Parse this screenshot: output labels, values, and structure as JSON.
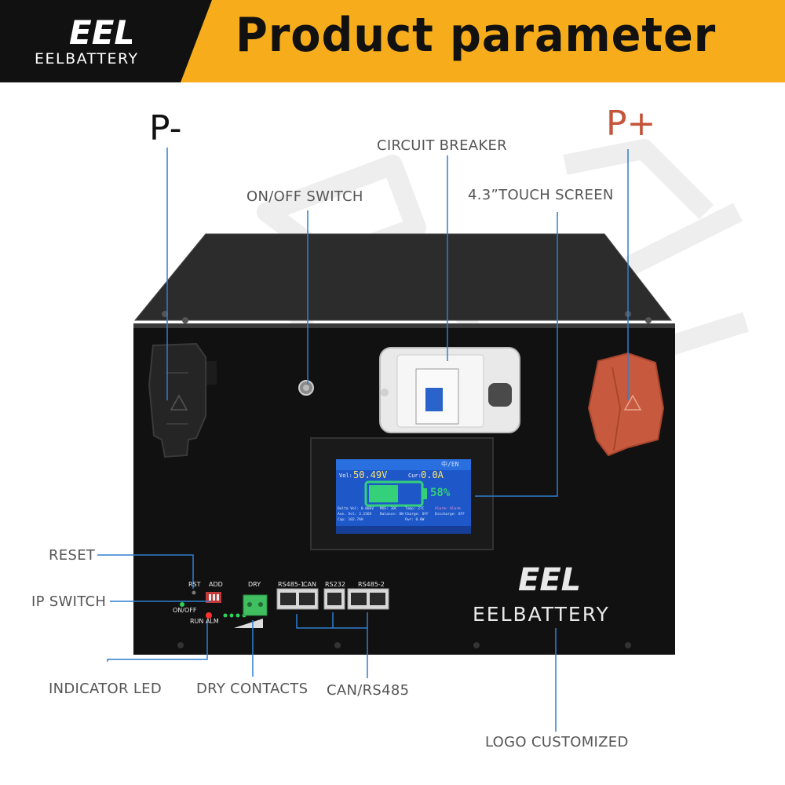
{
  "header": {
    "brand_mark": "EEL",
    "brand_name": "EELBATTERY",
    "title": "Product parameter"
  },
  "poles": {
    "negative": "P-",
    "positive": "P+"
  },
  "callouts": {
    "circuit_breaker": "CIRCUIT BREAKER",
    "on_off_switch": "ON/OFF SWITCH",
    "touch_screen": "4.3”TOUCH SCREEN",
    "reset": "RESET",
    "ip_switch": "IP SWITCH",
    "indicator_led": "INDICATOR LED",
    "dry_contacts": "DRY CONTACTS",
    "can_rs485": "CAN/RS485",
    "logo_customized": "LOGO CUSTOMIZED"
  },
  "panel": {
    "rst": "RST",
    "add": "ADD",
    "on_off": "ON/OFF",
    "run_alm": "RUN ALM",
    "dry": "DRY",
    "rs485_1": "RS485-1",
    "can": "CAN",
    "rs232": "RS232",
    "rs485_2": "RS485-2",
    "logo_mark": "EEL",
    "logo_text": "EELBATTERY"
  },
  "screen": {
    "lang": "中/EN",
    "vol_label": "Vol:",
    "vol_value": "50.49V",
    "cur_label": "Cur:",
    "cur_value": "0.0A",
    "soc": 0.58,
    "soc_text": "58%",
    "delta_vol": "Delta Vol: 0.006V",
    "avg_vol": "Ave. Vol: 3.156V",
    "cap": "Cap: 102.7AH",
    "mos": "MOS: 30C",
    "balance": "Balance: ON",
    "temp": "Temp: 27C",
    "charge": "Charge: OFF",
    "alarm": "Alarm: Alarm",
    "discharge": "Discharge: OFF",
    "pwr": "Pwr: 0.0W"
  },
  "colors": {
    "header_yellow": "#f7ad1b",
    "callout_line": "#2f7fd0",
    "positive_red": "#c4553a",
    "screen_blue": "#1d57c8",
    "battery_green": "#34d07a"
  }
}
